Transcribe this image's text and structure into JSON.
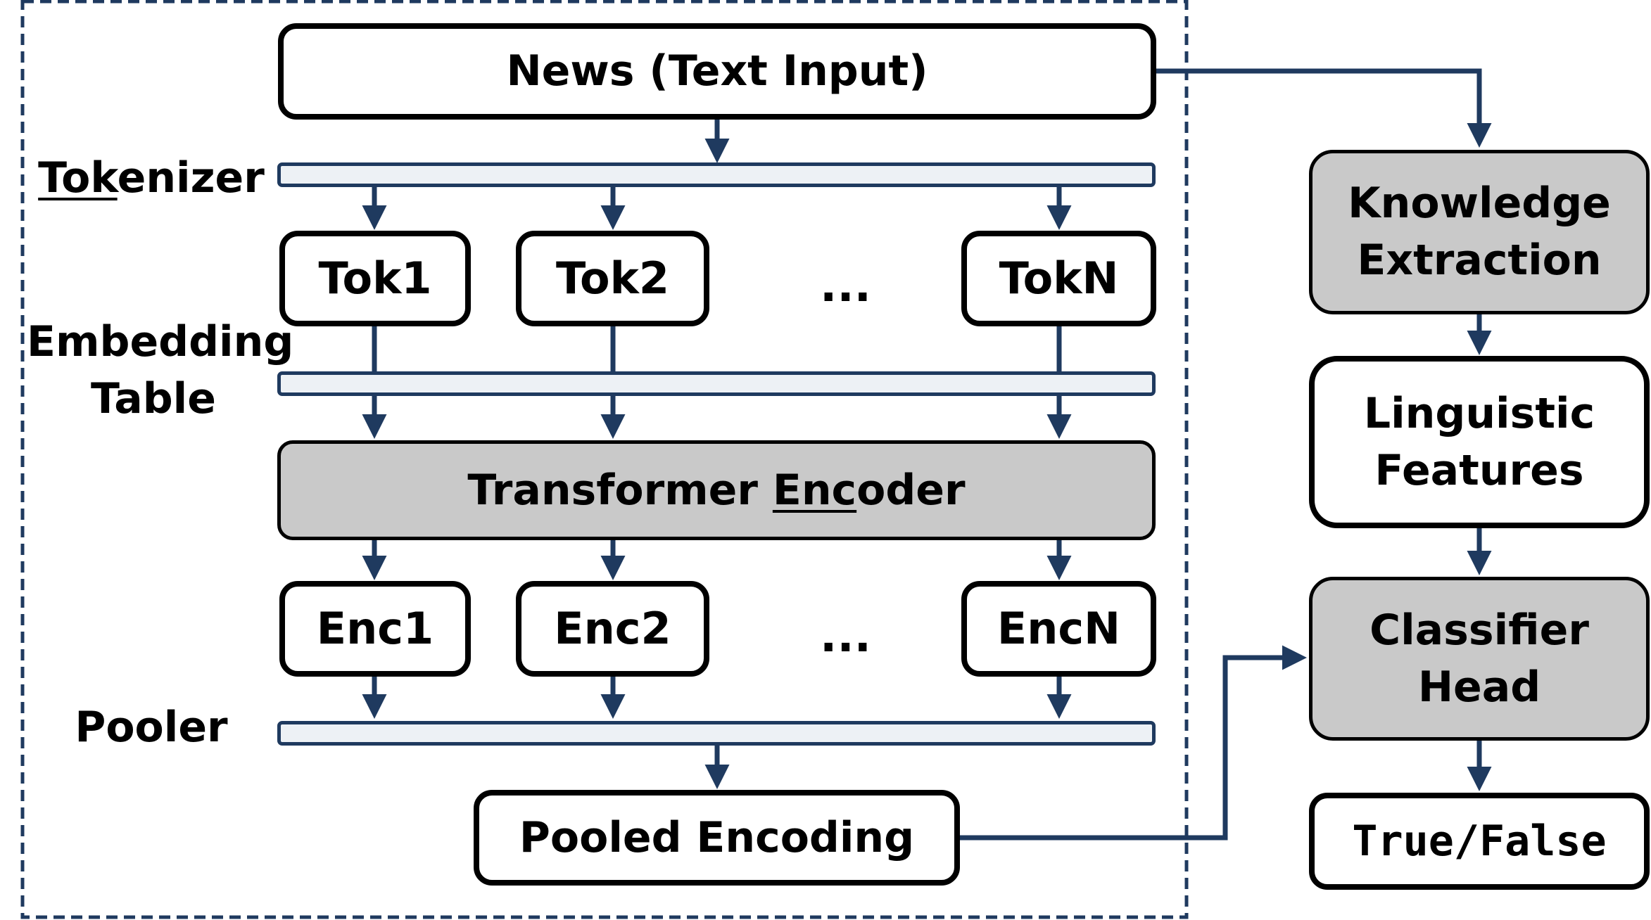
{
  "colors": {
    "arrow": "#1f3a5f",
    "gray_box": "#c9c9c9",
    "bar_fill": "#edf1f5",
    "border": "#000000"
  },
  "input": {
    "pre": "News (Text Input)"
  },
  "labels": {
    "tokenizer_u": "Tok",
    "tokenizer_rest": "enizer",
    "embedding_line1": "Embedding",
    "embedding_line2": "Table",
    "pooler": "Pooler"
  },
  "tokens": [
    "Tok1",
    "Tok2",
    "TokN"
  ],
  "encodings": [
    "Enc1",
    "Enc2",
    "EncN"
  ],
  "ellipsis": "...",
  "encoder": {
    "pre": "Transformer ",
    "u": "Enc",
    "post": "oder"
  },
  "pooled": "Pooled Encoding",
  "right": {
    "knowledge_line1": "Knowledge",
    "knowledge_line2": "Extraction",
    "linguistic_line1": "Linguistic",
    "linguistic_line2": "Features",
    "classifier_line1": "Classifier",
    "classifier_line2": "Head",
    "output": "True/False"
  }
}
